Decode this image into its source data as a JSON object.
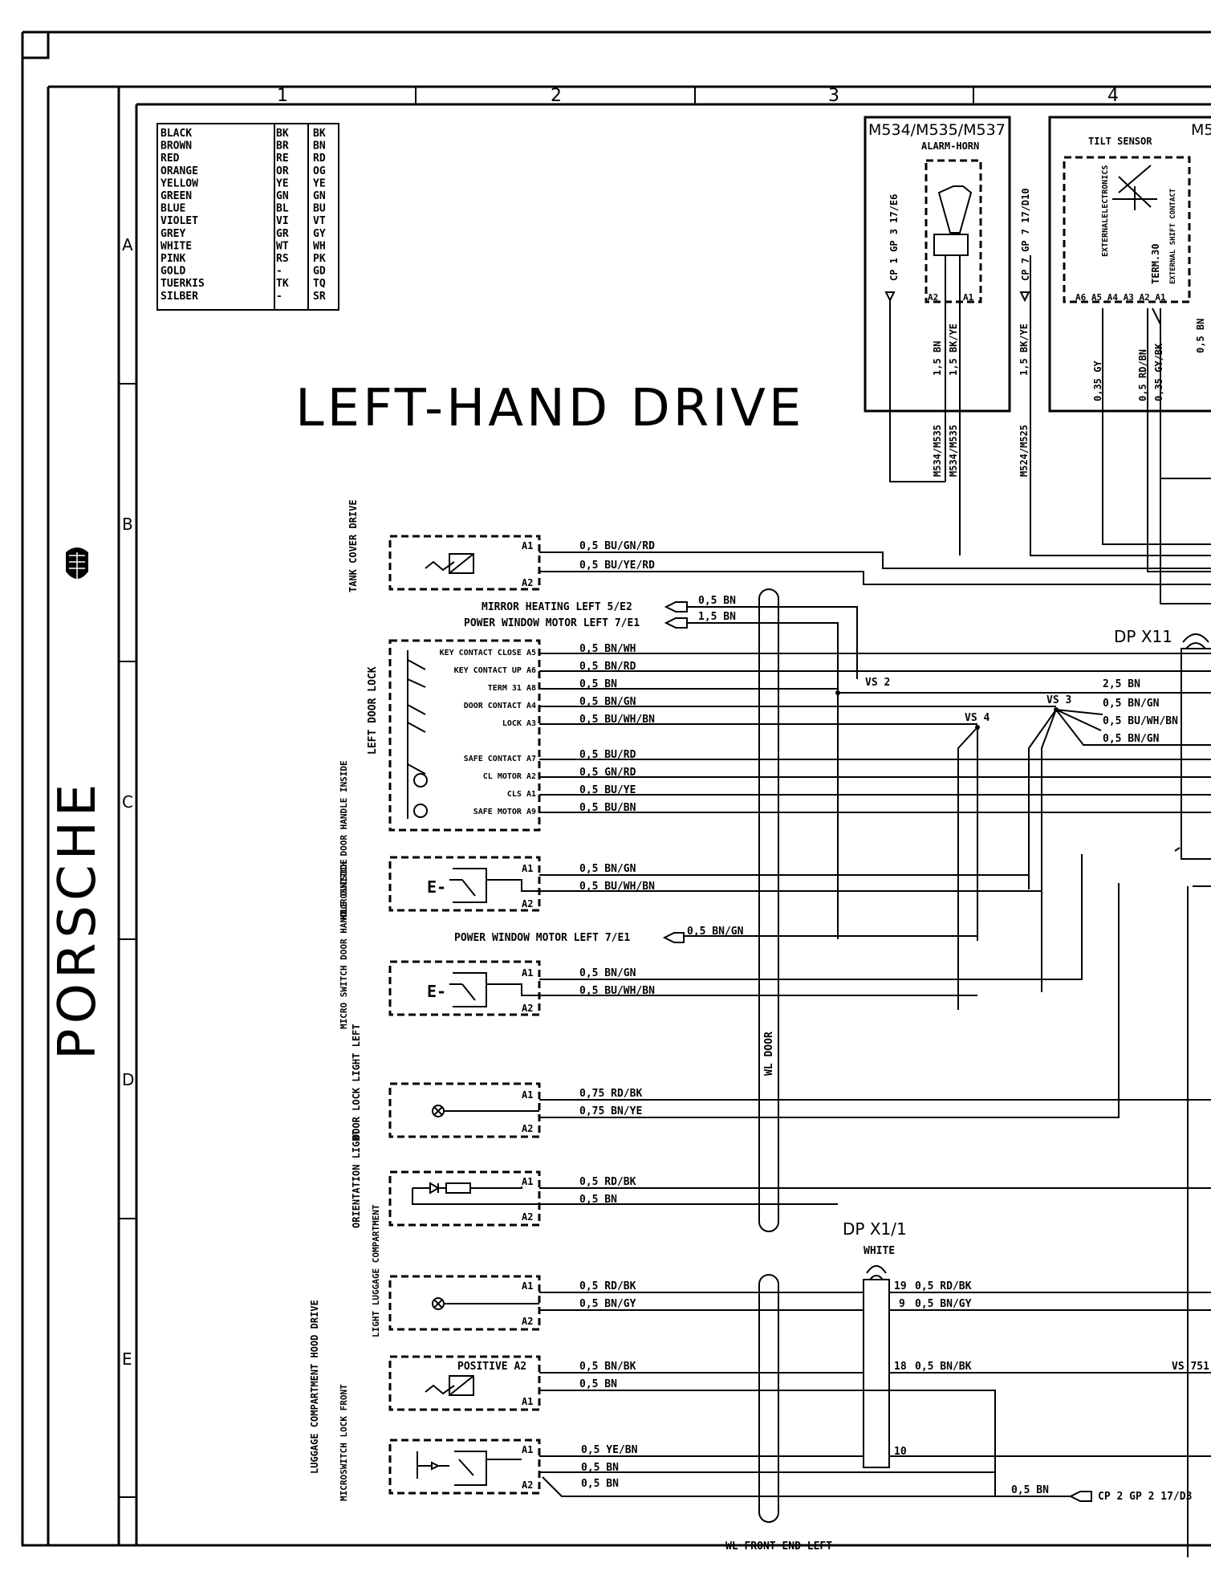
{
  "brand": {
    "name": "PORSCHE",
    "logo_icon": "porsche-crest-icon"
  },
  "sheet": {
    "columns": [
      "1",
      "2",
      "3",
      "4"
    ],
    "rows": [
      "A",
      "B",
      "C",
      "D",
      "E"
    ],
    "title": "LEFT-HAND DRIVE"
  },
  "color_codes": [
    [
      "BLACK",
      "BK",
      "BK"
    ],
    [
      "BROWN",
      "BR",
      "BN"
    ],
    [
      "RED",
      "RE",
      "RD"
    ],
    [
      "ORANGE",
      "OR",
      "OG"
    ],
    [
      "YELLOW",
      "YE",
      "YE"
    ],
    [
      "GREEN",
      "GN",
      "GN"
    ],
    [
      "BLUE",
      "BL",
      "BU"
    ],
    [
      "VIOLET",
      "VI",
      "VT"
    ],
    [
      "GREY",
      "GR",
      "GY"
    ],
    [
      "WHITE",
      "WT",
      "WH"
    ],
    [
      "PINK",
      "RS",
      "PK"
    ],
    [
      "GOLD",
      "-",
      "GD"
    ],
    [
      "TUERKIS",
      "TK",
      "TQ"
    ],
    [
      "SILBER",
      "-",
      "SR"
    ]
  ],
  "alarm_horn": {
    "id": "M534/M535/M537",
    "name": "ALARM-HORN",
    "cp_left": "CP 1 GP 3 17/E6",
    "cp_right": "CP 7 GP 7 17/D10",
    "pins": [
      "A2",
      "A1"
    ],
    "wires": [
      "1,5 BN",
      "1,5 BK/YE",
      "1,5 BK/YE"
    ],
    "tags": [
      "M534/M535",
      "M534/M535",
      "M524/M525"
    ]
  },
  "tilt_sensor": {
    "id": "M5",
    "name": "TILT SENSOR",
    "labels": [
      "EXTERNALELECTRONICS",
      "TERM.30",
      "EXTERNAL SHIFT CONTACT"
    ],
    "pins": "A6 A5 A4 A3 A2 A1",
    "wires": [
      "0,35 GY",
      "0,5 RD/BN",
      "0,35 GY/BK",
      "0,5 BN"
    ]
  },
  "tank_cover": {
    "name": "TANK COVER DRIVE",
    "pins": [
      "A1",
      "A2"
    ],
    "wires": [
      "0,5 BU/GN/RD",
      "0,5 BU/YE/RD"
    ]
  },
  "refs": [
    {
      "text": "MIRROR HEATING  LEFT  5/E2",
      "wire": "0,5 BN"
    },
    {
      "text": "POWER WINDOW MOTOR LEFT  7/E1",
      "wire": "1,5 BN"
    },
    {
      "text": "POWER WINDOW MOTOR LEFT   7/E1",
      "wire": "0,5 BN/GN"
    }
  ],
  "door_lock": {
    "name": "LEFT DOOR LOCK",
    "pins": [
      {
        "label": "KEY CONTACT CLOSE A5",
        "wire": "0,5 BN/WH"
      },
      {
        "label": "KEY CONTACT UP A6",
        "wire": "0,5 BN/RD"
      },
      {
        "label": "TERM 31 A8",
        "wire": "0,5 BN"
      },
      {
        "label": "DOOR CONTACT A4",
        "wire": "0,5 BN/GN"
      },
      {
        "label": "LOCK A3",
        "wire": "0,5 BU/WH/BN"
      },
      {
        "label": "SAFE CONTACT A7",
        "wire": "0,5 BU/RD"
      },
      {
        "label": "CL MOTOR A2",
        "wire": "0,5 GN/RD"
      },
      {
        "label": "CLS A1",
        "wire": "0,5 BU/YE"
      },
      {
        "label": "SAFE MOTOR A9",
        "wire": "0,5 BU/BN"
      }
    ]
  },
  "splices": {
    "vs2": "VS 2",
    "vs3": "VS 3",
    "vs4": "VS 4",
    "vs751": "VS 751"
  },
  "dp_x11": {
    "name": "DP X11",
    "wires": [
      "2,5 BN",
      "0,5 BN/GN",
      "0,5 BU/WH/BN",
      "0,5 BN/GN"
    ]
  },
  "switch_inside": {
    "name": "MICROSWITCH DOOR HANDLE INSIDE",
    "sym": "E-",
    "pins": [
      "A1",
      "A2"
    ],
    "wires": [
      "0,5 BN/GN",
      "0,5 BU/WH/BN"
    ]
  },
  "switch_outside": {
    "name": "MICRO SWITCH DOOR HANDLE OUTSIDE",
    "sym": "E-",
    "pins": [
      "A1",
      "A2"
    ],
    "wires": [
      "0,5 BN/GN",
      "0,5 BU/WH/BN"
    ]
  },
  "door_lock_light": {
    "name": "DOOR LOCK LIGHT LEFT",
    "pins": [
      "A1",
      "A2"
    ],
    "wires": [
      "0,75 RD/BK",
      "0,75 BN/YE"
    ]
  },
  "orientation_light": {
    "name": "ORIENTATION LIGHT",
    "pins": [
      "A1",
      "A2"
    ],
    "wires": [
      "0,5 RD/BK",
      "0,5 BN"
    ]
  },
  "wl_door": "WL DOOR",
  "dp_x1": {
    "name": "DP X1/1",
    "color": "WHITE",
    "pins": [
      {
        "n": "19",
        "w": "0,5 RD/BK"
      },
      {
        "n": "9",
        "w": "0,5 BN/GY"
      },
      {
        "n": "18",
        "w": "0,5 BN/BK"
      },
      {
        "n": "10",
        "w": ""
      }
    ]
  },
  "luggage_light": {
    "name": "LIGHT LUGGAGE COMPARTMENT",
    "pins": [
      "A1",
      "A2"
    ],
    "wires": [
      "0,5 RD/BK",
      "0,5 BN/GY"
    ]
  },
  "hood_drive": {
    "name": "LUGGAGE COMPARTMENT HOOD DRIVE",
    "pins": [
      "POSITIVE  A2",
      "A1"
    ],
    "wires": [
      "0,5 BN/BK",
      "0,5 BN"
    ]
  },
  "lock_front": {
    "name": "MICROSWITCH LOCK FRONT",
    "pins": [
      "A1",
      "A2"
    ],
    "wires": [
      "0,5 YE/BN",
      "0,5 BN",
      "0,5 BN"
    ]
  },
  "ground_ref": {
    "wire": "0,5 BN",
    "text": "CP 2 GP 2 17/D3"
  },
  "wl_front": "WL FRONT END LEFT"
}
